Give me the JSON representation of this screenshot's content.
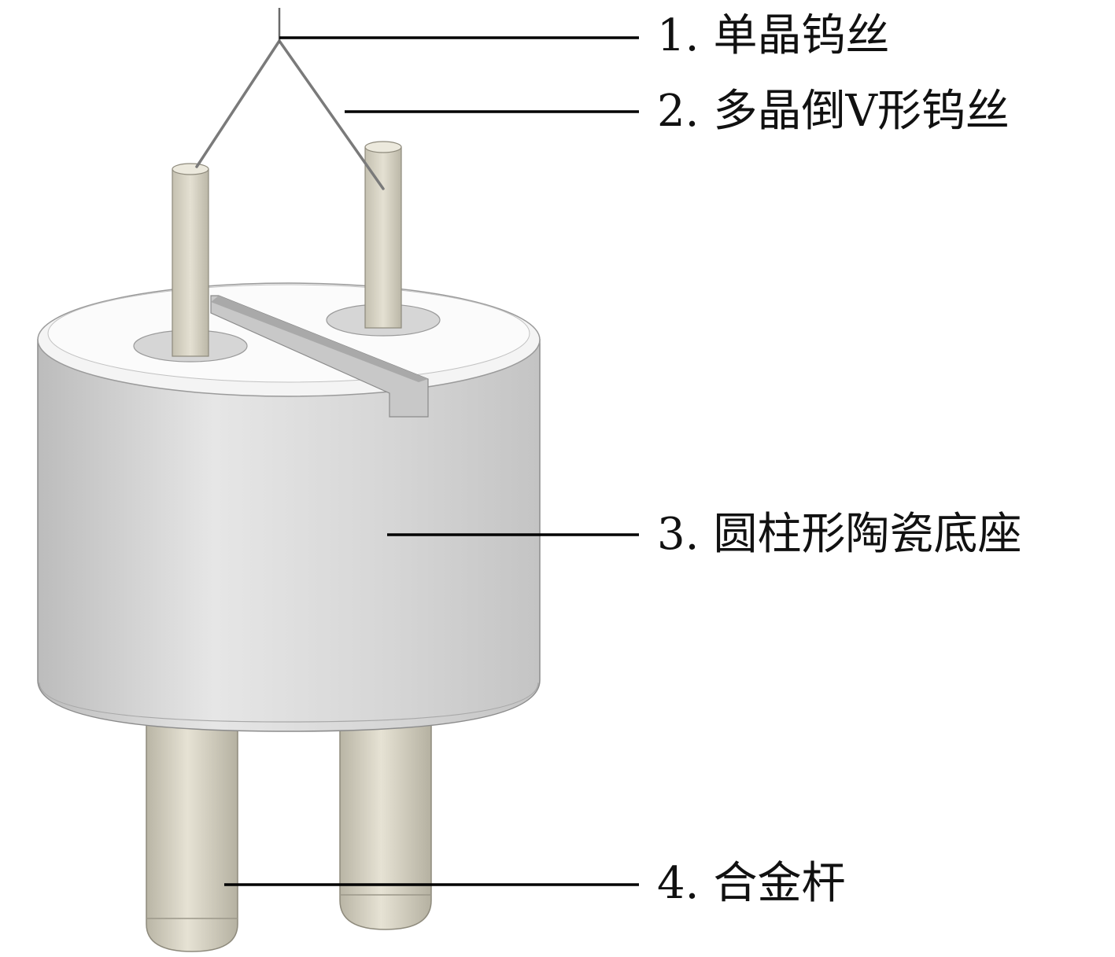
{
  "labels": [
    {
      "number": "1.",
      "text": "单晶钨丝"
    },
    {
      "number": "2.",
      "text": "多晶倒V形钨丝"
    },
    {
      "number": "3.",
      "text": "圆柱形陶瓷底座"
    },
    {
      "number": "4.",
      "text": "合金杆"
    }
  ],
  "colors": {
    "background": "#ffffff",
    "ceramic_body": "#d4d4d4",
    "ceramic_top": "#f6f6f6",
    "rod": "#d8d4c4",
    "wire": "#7a7a7a",
    "leader_line": "#000000"
  }
}
